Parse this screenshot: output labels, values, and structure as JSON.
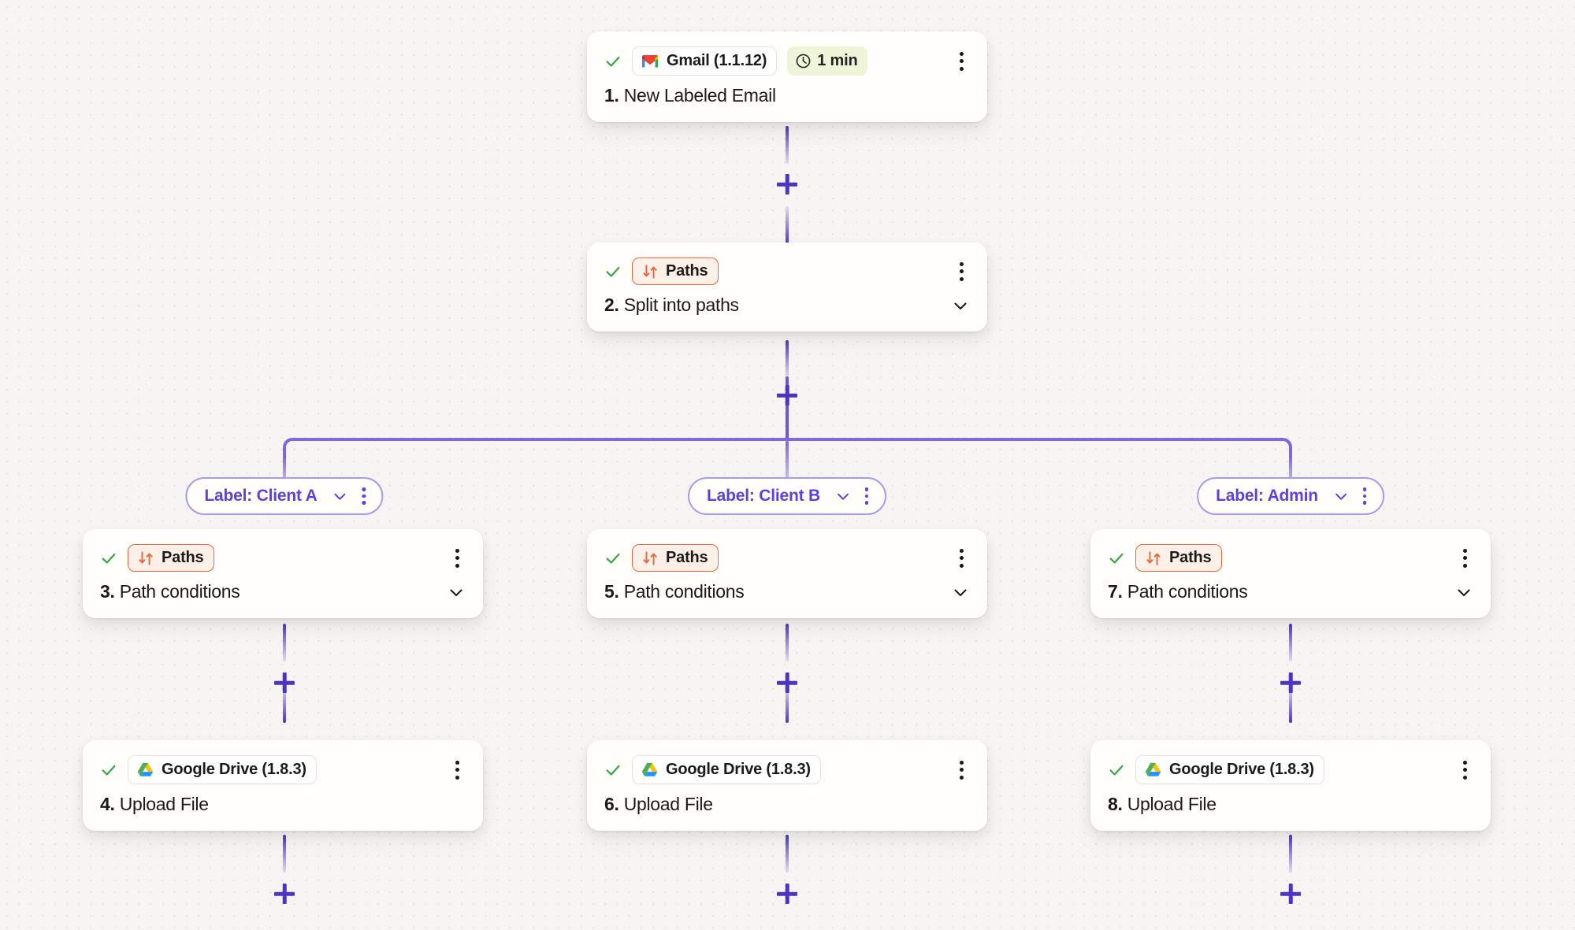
{
  "canvas": {
    "background_color": "#f6f5f3",
    "accent_color": "#4c35c4",
    "path_accent_color": "#5b42e0",
    "paths_badge_color": "#e8683a",
    "check_color": "#38a545"
  },
  "nodes": [
    {
      "id": "node-1",
      "app": "Gmail (1.1.12)",
      "app_icon": "gmail-icon",
      "badge": "1 min",
      "badge_icon": "clock-icon",
      "step": "1.",
      "title": "New Labeled Email",
      "has_chevron": false,
      "type": "trigger"
    },
    {
      "id": "node-2",
      "app": "Paths",
      "app_icon": "paths-icon",
      "step": "2.",
      "title": "Split into paths",
      "has_chevron": true,
      "type": "paths"
    },
    {
      "id": "node-3",
      "app": "Paths",
      "app_icon": "paths-icon",
      "step": "3.",
      "title": "Path conditions",
      "has_chevron": true,
      "type": "paths"
    },
    {
      "id": "node-4",
      "app": "Google Drive (1.8.3)",
      "app_icon": "google-drive-icon",
      "step": "4.",
      "title": "Upload File",
      "has_chevron": false,
      "type": "action"
    },
    {
      "id": "node-5",
      "app": "Paths",
      "app_icon": "paths-icon",
      "step": "5.",
      "title": "Path conditions",
      "has_chevron": true,
      "type": "paths"
    },
    {
      "id": "node-6",
      "app": "Google Drive (1.8.3)",
      "app_icon": "google-drive-icon",
      "step": "6.",
      "title": "Upload File",
      "has_chevron": false,
      "type": "action"
    },
    {
      "id": "node-7",
      "app": "Paths",
      "app_icon": "paths-icon",
      "step": "7.",
      "title": "Path conditions",
      "has_chevron": true,
      "type": "paths"
    },
    {
      "id": "node-8",
      "app": "Google Drive (1.8.3)",
      "app_icon": "google-drive-icon",
      "step": "8.",
      "title": "Upload File",
      "has_chevron": false,
      "type": "action"
    }
  ],
  "path_labels": [
    {
      "id": "path-a",
      "label": "Label: Client A"
    },
    {
      "id": "path-b",
      "label": "Label: Client B"
    },
    {
      "id": "path-c",
      "label": "Label: Admin"
    }
  ],
  "add_buttons": [
    {
      "id": "add-step-1",
      "after": "1. New Labeled Email"
    },
    {
      "id": "add-step-2",
      "after": "2. Split into paths"
    },
    {
      "id": "add-step-3",
      "after": "3. Path conditions"
    },
    {
      "id": "add-step-4",
      "after": "4. Upload File"
    },
    {
      "id": "add-step-5",
      "after": "5. Path conditions"
    },
    {
      "id": "add-step-6",
      "after": "6. Upload File"
    },
    {
      "id": "add-step-7",
      "after": "7. Path conditions"
    },
    {
      "id": "add-step-8",
      "after": "8. Upload File"
    }
  ]
}
